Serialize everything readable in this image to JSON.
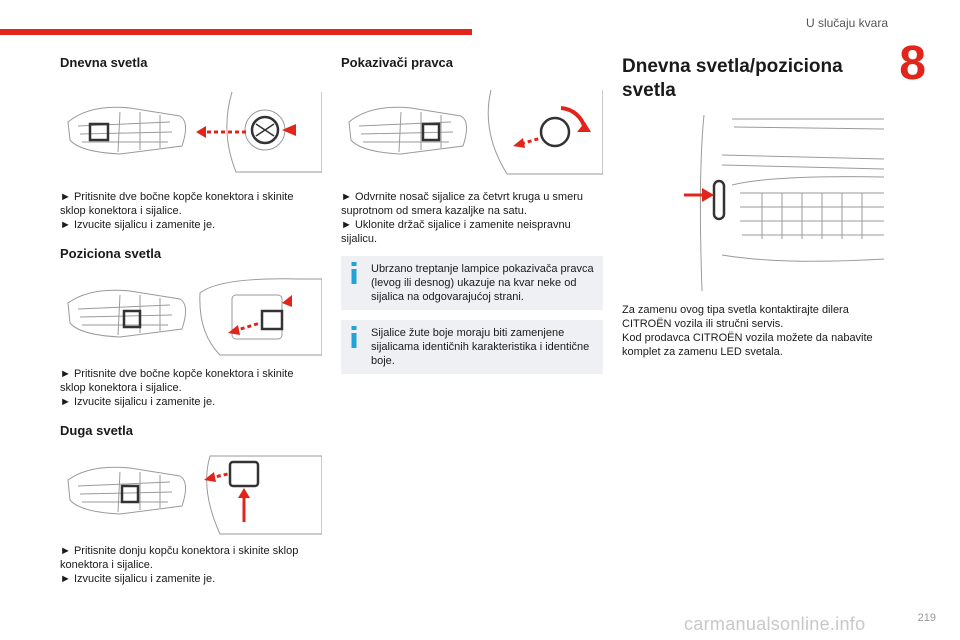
{
  "header": {
    "section_title": "U slučaju kvara",
    "chapter_number": "8"
  },
  "footer": {
    "page_number": "219",
    "watermark": "carmanualsonline.info"
  },
  "col1": {
    "dnevna": {
      "title": "Dnevna svetla",
      "step1": "► Pritisnite dve bočne kopče konektora i skinite sklop konektora i sijalice.",
      "step2": "► Izvucite sijalicu i zamenite je."
    },
    "poziciona": {
      "title": "Poziciona svetla",
      "step1": "► Pritisnite dve bočne kopče konektora i skinite sklop konektora i sijalice.",
      "step2": "► Izvucite sijalicu i zamenite je."
    },
    "duga": {
      "title": "Duga svetla",
      "step1": "► Pritisnite donju kopču konektora i skinite sklop konektora i sijalice.",
      "step2": "► Izvucite sijalicu i zamenite je."
    }
  },
  "col2": {
    "title": "Pokazivači pravca",
    "step1": "► Odvrnite nosač sijalice za četvrt kruga u smeru suprotnom od smera kazaljke na satu.",
    "step2": "► Uklonite držač sijalice i zamenite neispravnu sijalicu.",
    "note1": "Ubrzano treptanje lampice pokazivača pravca (levog ili desnog) ukazuje na kvar neke od sijalica na odgovarajućoj strani.",
    "note2": "Sijalice žute boje moraju biti zamenjene sijalicama identičnih karakteristika i identične boje."
  },
  "col3": {
    "title": "Dnevna svetla/poziciona svetla",
    "text1": "Za zamenu ovog tipa svetla kontaktirajte dilera CITROËN vozila ili stručni servis.",
    "text2": "Kod prodavca CITROËN vozila možete da nabavite komplet za zamenu LED svetala."
  },
  "colors": {
    "accent": "#e1251b",
    "info_icon": "#1fa3d8",
    "note_bg": "#eef0f3"
  },
  "icons": [
    "info-icon"
  ]
}
